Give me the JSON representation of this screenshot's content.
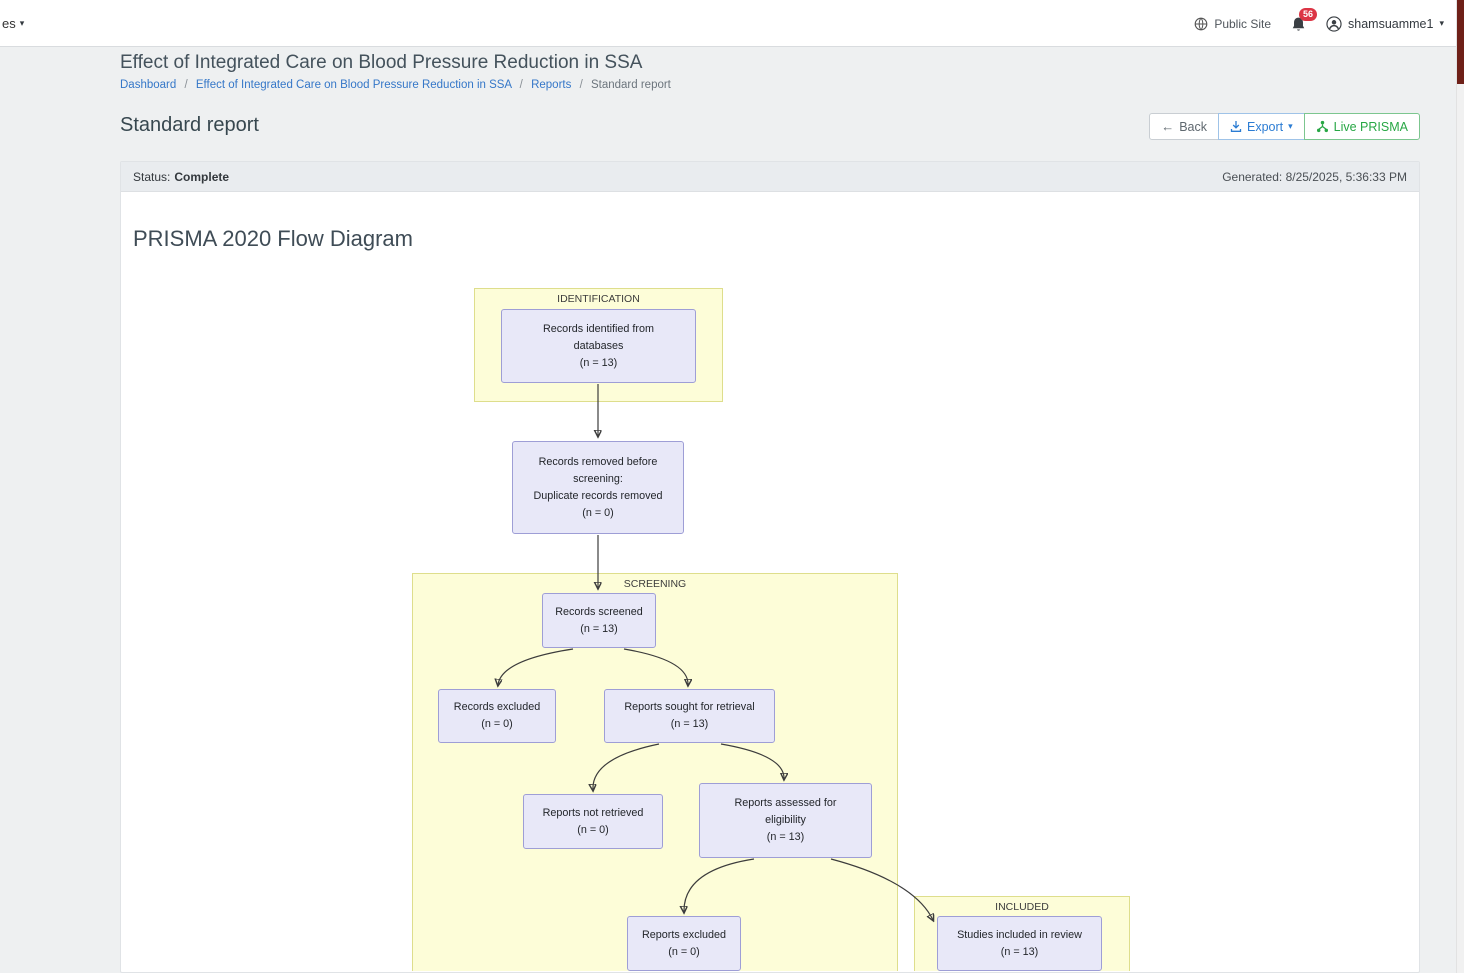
{
  "navbar": {
    "truncated_menu_label": "es",
    "public_site_label": "Public Site",
    "notification_badge": "56",
    "username": "shamsuamme1"
  },
  "page": {
    "project_title": "Effect of Integrated Care on Blood Pressure Reduction in SSA",
    "breadcrumb": {
      "separator": "/",
      "links": [
        {
          "label": "Dashboard"
        },
        {
          "label": "Effect of Integrated Care on Blood Pressure Reduction in SSA"
        },
        {
          "label": "Reports"
        }
      ],
      "current": "Standard report"
    },
    "heading": "Standard report",
    "actions": {
      "back_label": "Back",
      "export_label": "Export",
      "live_prisma_label": "Live PRISMA"
    }
  },
  "report": {
    "status_label": "Status:",
    "status_value": "Complete",
    "generated_text": "Generated: 8/25/2025, 5:36:33 PM",
    "diagram_title": "PRISMA 2020 Flow Diagram"
  },
  "prisma": {
    "sections": {
      "identification": "IDENTIFICATION",
      "screening": "SCREENING",
      "included": "INCLUDED"
    },
    "boxes": {
      "records_identified": "Records identified from\ndatabases\n(n = 13)",
      "records_removed": "Records removed before\nscreening:\nDuplicate records removed\n(n = 0)",
      "records_screened": "Records screened\n(n = 13)",
      "records_excluded": "Records excluded\n(n = 0)",
      "reports_sought": "Reports sought for retrieval\n(n = 13)",
      "reports_not_retrieved": "Reports not retrieved\n(n = 0)",
      "reports_assessed": "Reports assessed for\neligibility\n(n = 13)",
      "reports_excluded": "Reports excluded\n(n = 0)",
      "studies_included": "Studies included in review\n(n = 13)"
    }
  },
  "colors": {
    "accent_blue": "#2b7cd3",
    "accent_green": "#28a745",
    "badge_red": "#dc3545",
    "box_fill": "#e8e8f8",
    "box_border": "#9e9ed6",
    "section_fill": "#fdfdd8",
    "section_border": "#dede8c"
  }
}
